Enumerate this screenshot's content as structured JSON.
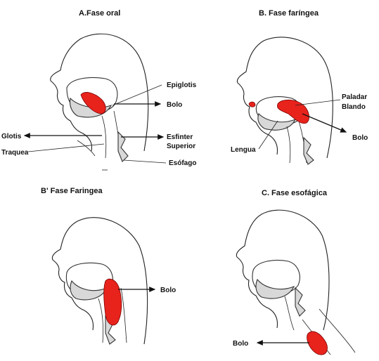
{
  "bolus_color": "#e8231c",
  "panels": {
    "a": {
      "title": "A.Fase oral",
      "labels": {
        "epiglotis": "Epiglotis",
        "bolo": "Bolo",
        "glotis": "Glotis",
        "esfinter": "Esfinter",
        "superior": "Superior",
        "traquea": "Traquea",
        "esofago": "Esófago"
      }
    },
    "b": {
      "title": "B. Fase faríngea",
      "labels": {
        "paladar": "Paladar",
        "blando": "Blando",
        "bolo": "Bolo",
        "lengua": "Lengua"
      }
    },
    "b2": {
      "title": "B' Fase Faringea",
      "labels": {
        "bolo": "Bolo"
      }
    },
    "c": {
      "title": "C. Fase esofágica",
      "labels": {
        "bolo": "Bolo"
      }
    }
  }
}
